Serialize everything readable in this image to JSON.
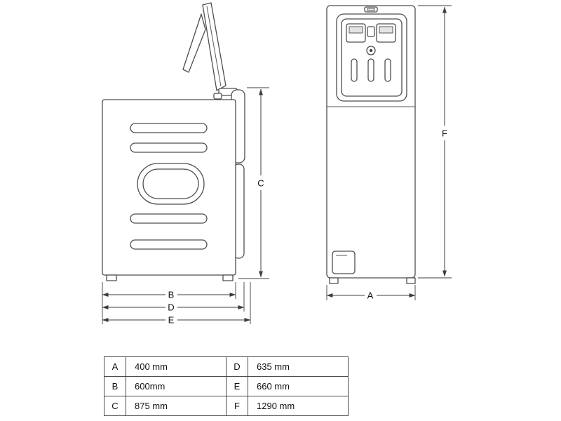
{
  "drawing_title": "washing-machine-dimension-drawing",
  "dims": {
    "a": "A",
    "b": "B",
    "c": "C",
    "d": "D",
    "e": "E",
    "f": "F"
  },
  "spec_table": {
    "rows": [
      {
        "k1": "A",
        "v1": "400 mm",
        "k2": "D",
        "v2": "635 mm"
      },
      {
        "k1": "B",
        "v1": "600mm",
        "k2": "E",
        "v2": "660 mm"
      },
      {
        "k1": "C",
        "v1": "875 mm",
        "k2": "F",
        "v2": "1290 mm"
      }
    ]
  },
  "colors": {
    "outline": "#4d4d4d",
    "dimension_line": "#3c3c3c",
    "text": "#111111",
    "table_border": "#4a4a4a",
    "background": "#ffffff"
  }
}
